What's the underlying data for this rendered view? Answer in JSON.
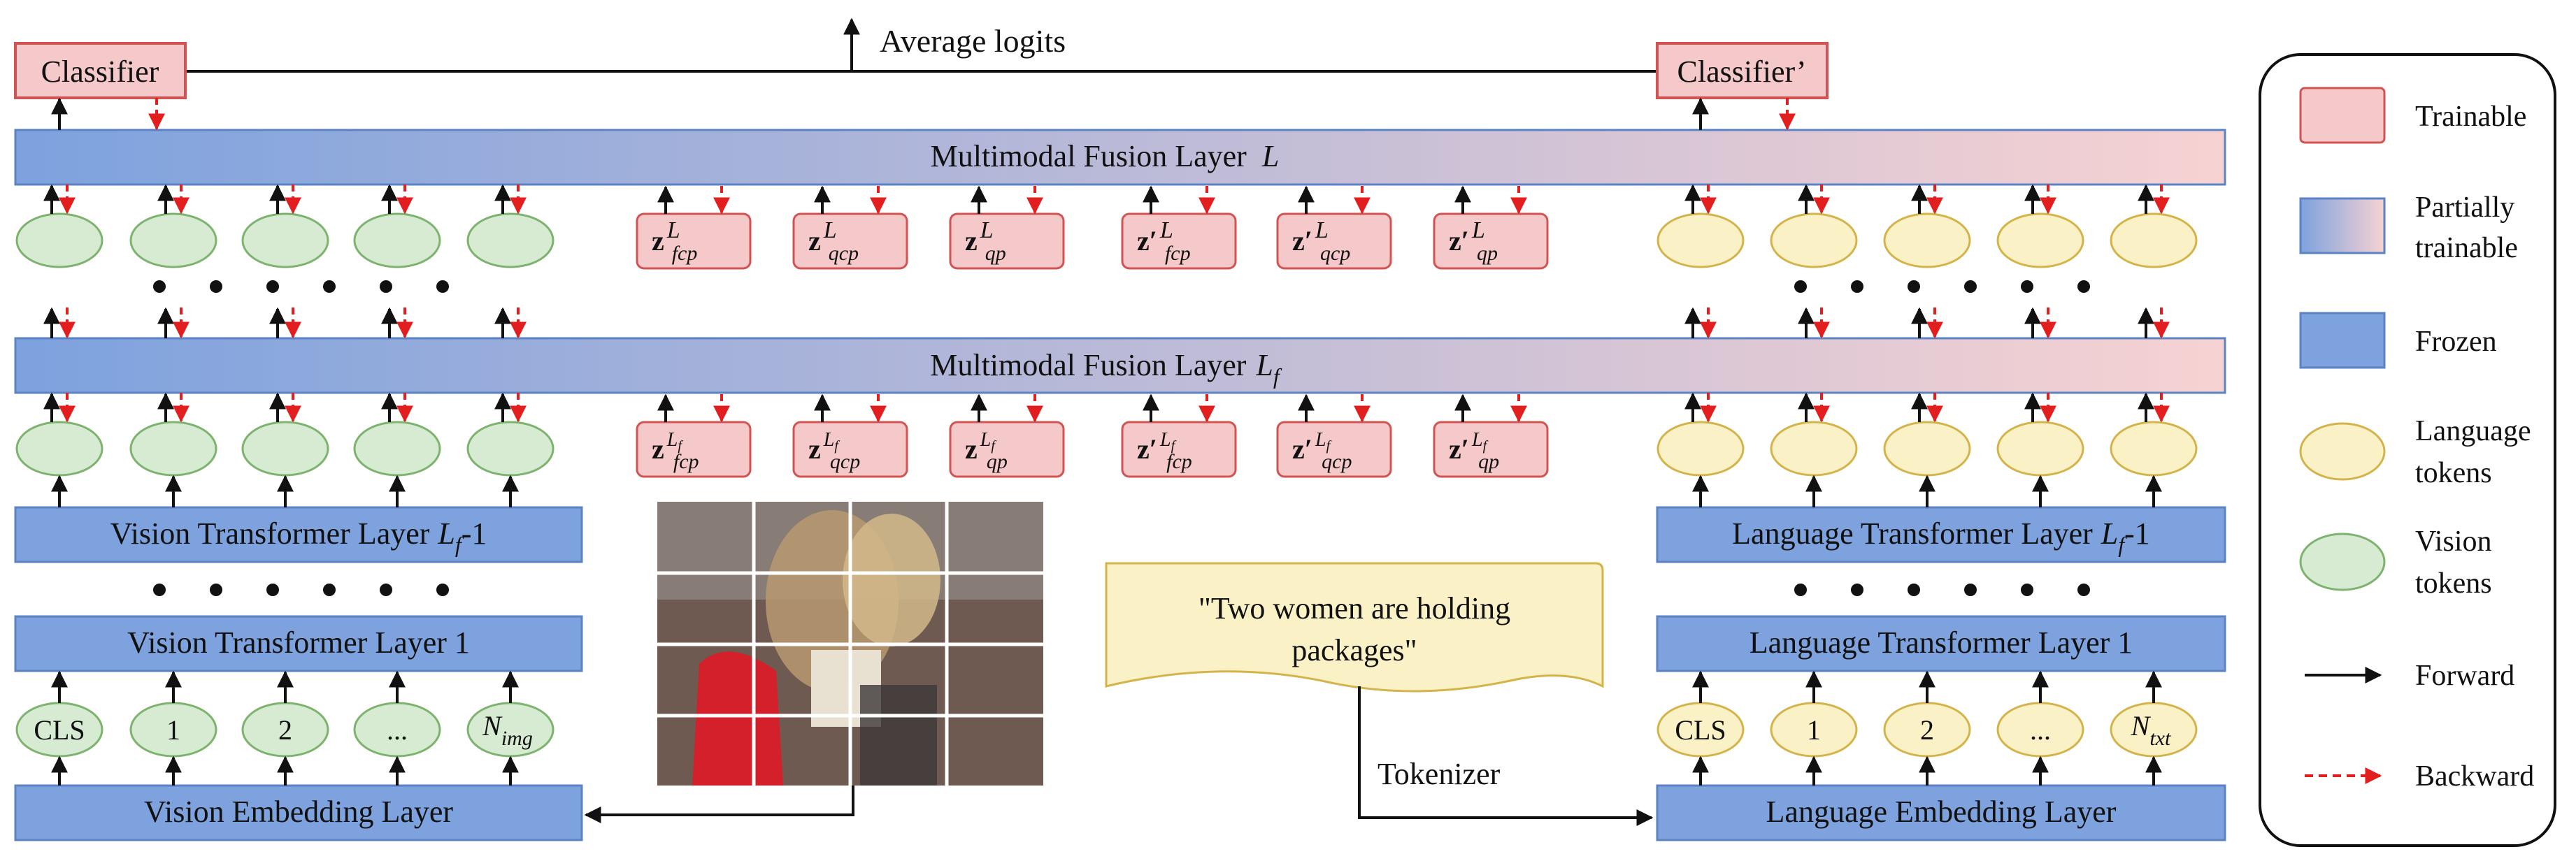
{
  "title": "Average logits",
  "classifier_left": "Classifier",
  "classifier_right": "Classifier’",
  "fusion_top": {
    "label": "Multimodal Fusion Layer",
    "var": "L"
  },
  "fusion_mid": {
    "label": "Multimodal Fusion Layer",
    "var": "L",
    "sub": "f"
  },
  "vision": {
    "layer_lf": {
      "label": "Vision Transformer Layer",
      "var": "L",
      "sub": "f",
      "suffix": "-1"
    },
    "layer_1": "Vision Transformer Layer 1",
    "embedding": "Vision Embedding Layer",
    "tokens": [
      "CLS",
      "1",
      "2",
      "..."
    ],
    "last_token": {
      "main": "N",
      "sub": "img"
    }
  },
  "language": {
    "layer_lf": {
      "label": "Language Transformer Layer",
      "var": "L",
      "sub": "f",
      "suffix": "-1"
    },
    "layer_1": "Language Transformer Layer 1",
    "embedding": "Language Embedding Layer",
    "tokens": [
      "CLS",
      "1",
      "2",
      "..."
    ],
    "last_token": {
      "main": "N",
      "sub": "txt"
    }
  },
  "prompts_top": [
    {
      "z": "z",
      "sup": "L",
      "sub": "fcp"
    },
    {
      "z": "z",
      "sup": "L",
      "sub": "qcp"
    },
    {
      "z": "z",
      "sup": "L",
      "sub": "qp"
    },
    {
      "z": "z′",
      "sup": "L",
      "sub": "fcp"
    },
    {
      "z": "z′",
      "sup": "L",
      "sub": "qcp"
    },
    {
      "z": "z′",
      "sup": "L",
      "sub": "qp"
    }
  ],
  "prompts_mid": [
    {
      "z": "z",
      "sup": "L",
      "supsub": "f",
      "sub": "fcp"
    },
    {
      "z": "z",
      "sup": "L",
      "supsub": "f",
      "sub": "qcp"
    },
    {
      "z": "z",
      "sup": "L",
      "supsub": "f",
      "sub": "qp"
    },
    {
      "z": "z′",
      "sup": "L",
      "supsub": "f",
      "sub": "fcp"
    },
    {
      "z": "z′",
      "sup": "L",
      "supsub": "f",
      "sub": "qcp"
    },
    {
      "z": "z′",
      "sup": "L",
      "supsub": "f",
      "sub": "qp"
    }
  ],
  "caption": [
    "\"Two women are holding",
    "packages\""
  ],
  "tokenizer": "Tokenizer",
  "legend": {
    "trainable": "Trainable",
    "partial": [
      "Partially",
      "trainable"
    ],
    "frozen": "Frozen",
    "language_tokens": [
      "Language",
      "tokens"
    ],
    "vision_tokens": [
      "Vision",
      "tokens"
    ],
    "forward": "Forward",
    "backward": "Backward"
  },
  "colors": {
    "frozen_fill": "#7DA2DE",
    "frozen_stroke": "#5B82C3",
    "trainable_fill": "#F5C9C9",
    "trainable_stroke": "#D25353",
    "vision_fill": "#D7EBD3",
    "vision_stroke": "#7DB36E",
    "language_fill": "#FBF1C6",
    "language_stroke": "#D4B44A",
    "backward": "#E31E1E"
  }
}
